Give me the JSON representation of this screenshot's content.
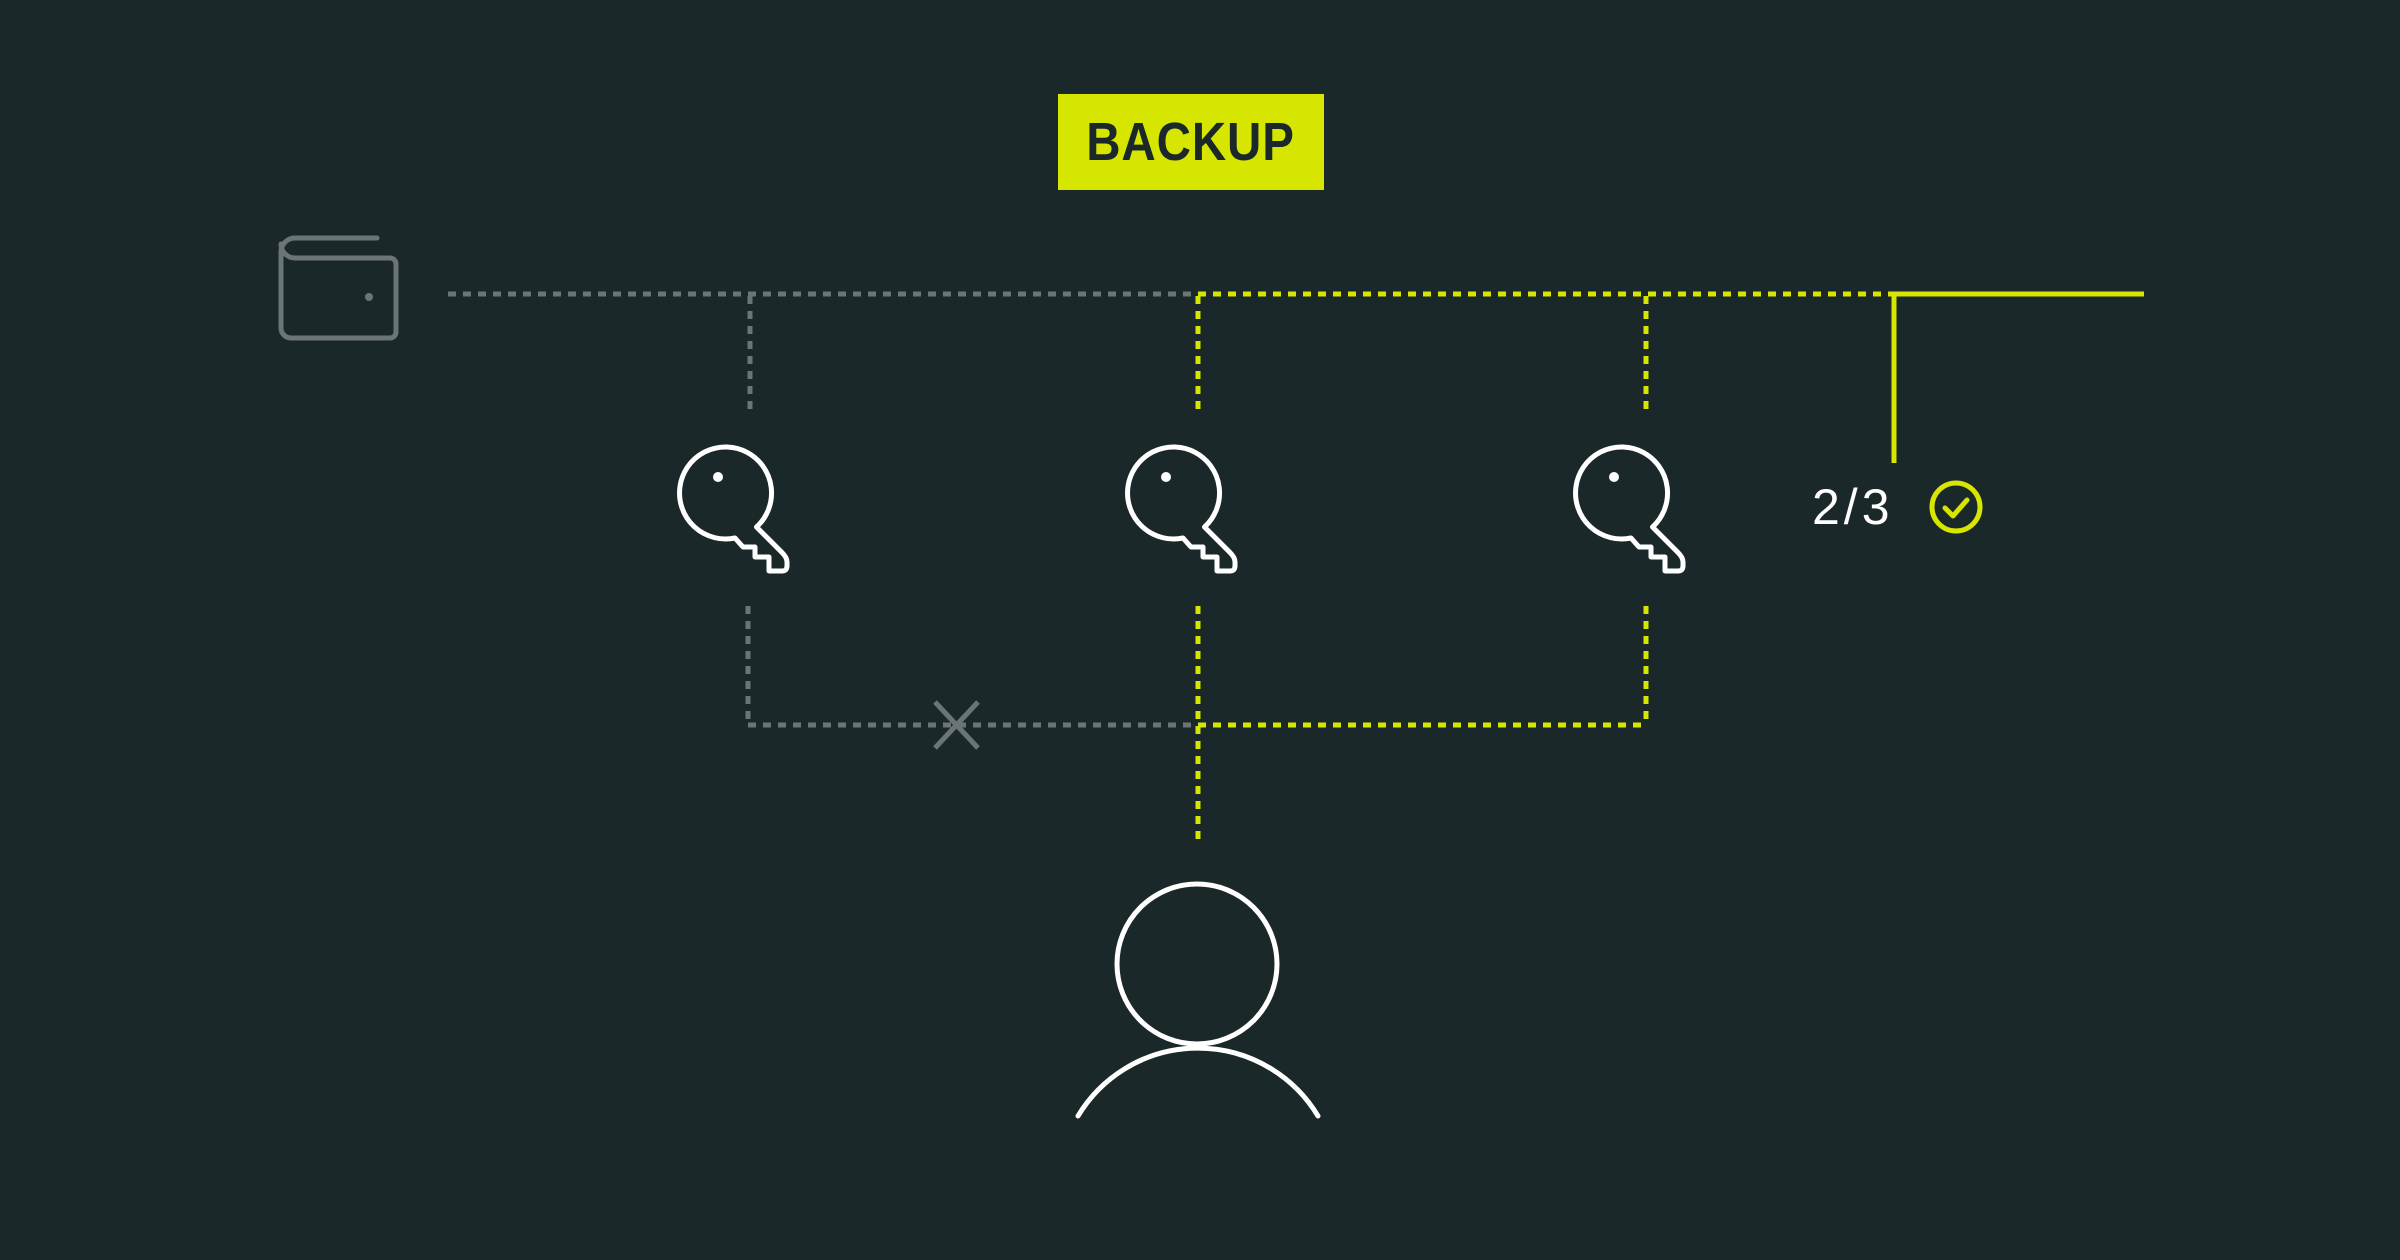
{
  "title": "BACKUP",
  "threshold": {
    "label": "2/3",
    "status_icon": "check-circle-icon",
    "status": "satisfied"
  },
  "nodes": {
    "wallet": {
      "icon": "wallet-icon",
      "state": "inactive"
    },
    "keys": [
      {
        "id": "key-1",
        "icon": "key-icon",
        "state": "unused"
      },
      {
        "id": "key-2",
        "icon": "key-icon",
        "state": "used"
      },
      {
        "id": "key-3",
        "icon": "key-icon",
        "state": "used"
      }
    ],
    "user": {
      "icon": "user-icon"
    },
    "broken_link": {
      "icon": "x-icon"
    }
  },
  "colors": {
    "background": "#1b2829",
    "accent": "#d6e600",
    "inactive": "#6b7575",
    "icon": "#ffffff"
  }
}
